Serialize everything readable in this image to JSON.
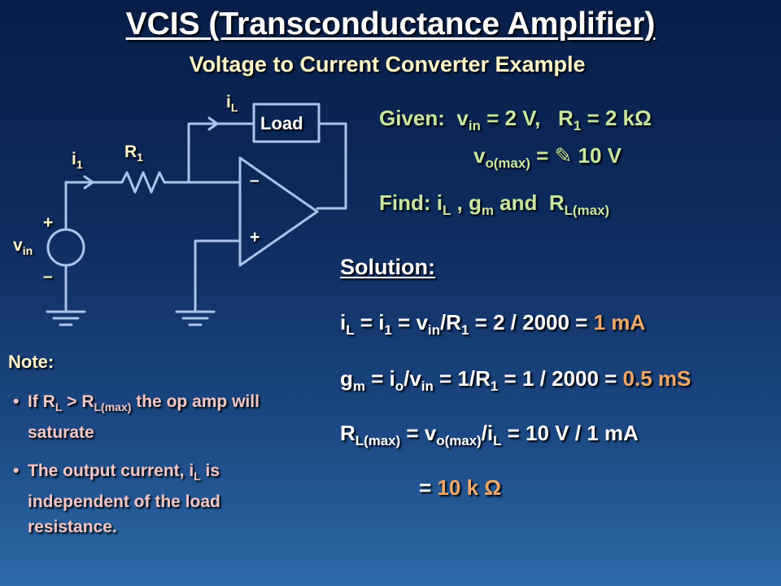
{
  "slide": {
    "title": "VCIS (Transconductance Amplifier)",
    "subtitle": "Voltage to Current Converter Example"
  },
  "circuit": {
    "labels": {
      "load": "Load",
      "il_main": "i",
      "il_sub": "L",
      "i1_main": "i",
      "i1_sub": "1",
      "r1_main": "R",
      "r1_sub": "1",
      "vin_main": "v",
      "vin_sub": "in",
      "src_plus": "+",
      "src_minus": "–",
      "opamp_minus": "–",
      "opamp_plus": "+"
    }
  },
  "given": {
    "prefix": "Given:",
    "vin_var": "v",
    "vin_sub": "in",
    "vin_val": " = 2 V,",
    "r1_var": "R",
    "r1_sub": "1",
    "r1_val": " = 2 k",
    "ohm": "Ω",
    "vomax_var": "v",
    "vomax_sub": "o(max)",
    "vomax_eq": " = ",
    "pencil_icon": "✎",
    "vomax_val": " 10 V"
  },
  "find": {
    "prefix": "Find: ",
    "il_var": "i",
    "il_sub": "L",
    "sep1": " , ",
    "gm_var": "g",
    "gm_sub": "m",
    "and_text": " and ",
    "rl_var": "R",
    "rl_sub": "L(max)"
  },
  "solution": {
    "heading": "Solution:",
    "eq1": {
      "a": "i",
      "a_sub": "L",
      "b": " = i",
      "b_sub": "1",
      "c": " = v",
      "c_sub": "in",
      "d": "/R",
      "d_sub": "1",
      "e": " = 2 / 2000 = ",
      "result": "1 mA"
    },
    "eq2": {
      "a": "g",
      "a_sub": "m",
      "b": " = i",
      "b_sub": "o",
      "c": "/v",
      "c_sub": "in",
      "d": " = 1/R",
      "d_sub": "1",
      "e": " = 1 / 2000 = ",
      "result": "0.5 mS"
    },
    "eq3": {
      "a": "R",
      "a_sub": "L(max)",
      "b": " = v",
      "b_sub": "o(max)",
      "c": "/i",
      "c_sub": "L",
      "d": " = 10 V / 1 mA"
    },
    "eq4": {
      "prefix": "= ",
      "result": "10 k Ω"
    }
  },
  "note": {
    "heading": "Note:",
    "bullet": "•",
    "item1": {
      "a": "If R",
      "a_sub": "L",
      "b": " > R",
      "b_sub": "L(max)",
      "c": " the op amp will saturate"
    },
    "item2": {
      "a": "The output current, i",
      "a_sub": "L",
      "b": " is independent of the load resistance."
    }
  },
  "colors": {
    "accent_result": "#f0a868",
    "given_green": "#c8e6a0",
    "note_pink": "#f2c6c6",
    "label_cream": "#fff6c8",
    "wire": "#a9c3ea"
  }
}
